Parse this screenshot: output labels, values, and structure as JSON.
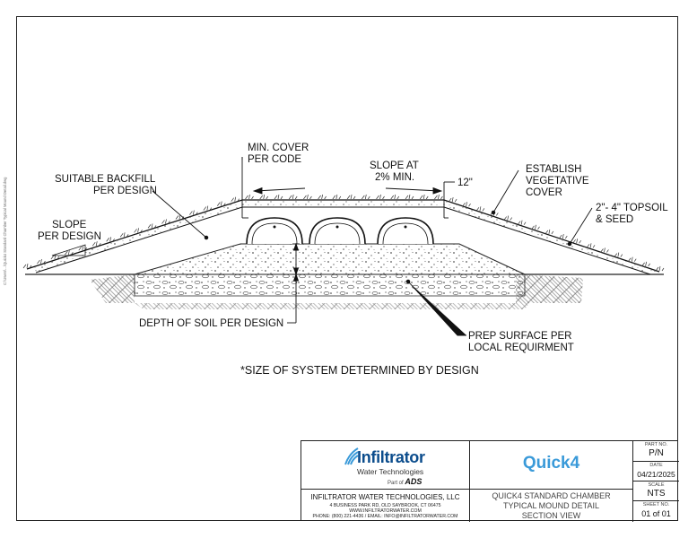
{
  "labels": {
    "min_cover": [
      "MIN. COVER",
      "PER CODE"
    ],
    "slope_2pct": [
      "SLOPE AT",
      "2% MIN."
    ],
    "twelve_in": "12\"",
    "establish": [
      "ESTABLISH",
      "VEGETATIVE",
      "COVER"
    ],
    "backfill": [
      "SUITABLE BACKFILL",
      "PER DESIGN"
    ],
    "slope_design": [
      "SLOPE",
      "PER DESIGN"
    ],
    "topsoil": [
      "2\"- 4\" TOPSOIL",
      "& SEED"
    ],
    "depth_soil": "DEPTH OF SOIL PER DESIGN",
    "prep_surface": [
      "PREP SURFACE PER",
      "LOCAL REQUIRMENT"
    ]
  },
  "note": "*SIZE OF SYSTEM DETERMINED BY DESIGN",
  "side_note": "C:\\Users\\...\\Quick4 Standard Chamber Typical Mound Detail.dwg",
  "title_block": {
    "logo": {
      "name": "Infiltrator",
      "sub": "Water Technologies",
      "part_of": "Part of",
      "parent": "ADS"
    },
    "brand": "Quick4",
    "company": {
      "name": "INFILTRATOR WATER TECHNOLOGIES, LLC",
      "address": "4 BUSINESS PARK RD, OLD SAYBROOK, CT 06475",
      "web": "WWW.INFILTRATORWATER.COM",
      "phone": "PHONE: (800) 221-4436 / EMAIL: INFO@INFILTRATORWATER.COM"
    },
    "description": [
      "QUICK4 STANDARD CHAMBER",
      "TYPICAL MOUND DETAIL",
      "SECTION VIEW"
    ],
    "meta": [
      {
        "label": "PART NO.",
        "value": "P/N"
      },
      {
        "label": "DATE",
        "value": "04/21/2025"
      },
      {
        "label": "SCALE",
        "value": "NTS"
      },
      {
        "label": "SHEET NO.",
        "value": "01 of 01"
      }
    ]
  },
  "colors": {
    "line": "#111111",
    "brand_blue": "#3a9ad9",
    "logo_blue": "#0b4c8c"
  }
}
